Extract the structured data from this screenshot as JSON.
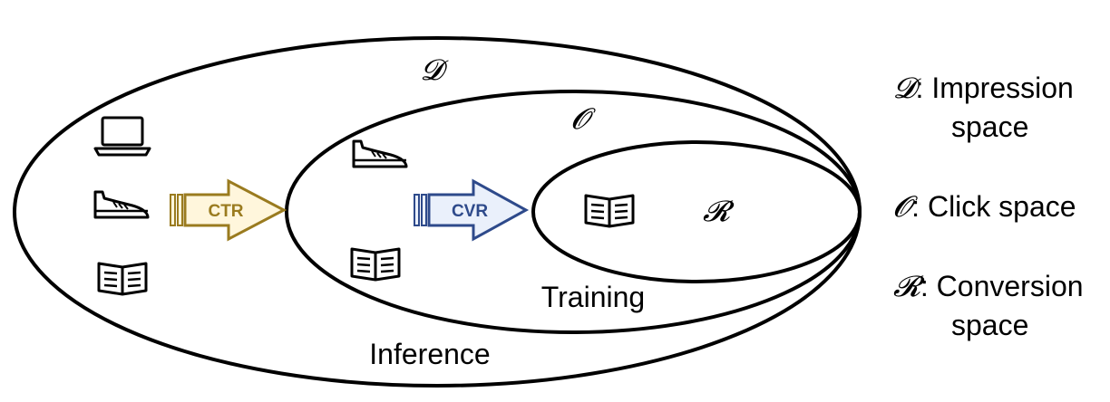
{
  "sets": {
    "impression_symbol": "𝓓",
    "click_symbol": "𝓞",
    "conversion_symbol": "𝓡"
  },
  "regions": {
    "training": "Training",
    "inference": "Inference"
  },
  "arrows": {
    "ctr": {
      "label": "CTR",
      "color": "#9a7b1f",
      "fill": "#fff6dc"
    },
    "cvr": {
      "label": "CVR",
      "color": "#2e4a8b",
      "fill": "#eaf0fb"
    }
  },
  "items": {
    "impression": [
      "laptop-icon",
      "shoe-icon",
      "book-icon"
    ],
    "click": [
      "shoe-icon",
      "book-icon"
    ],
    "conversion": [
      "book-icon"
    ]
  },
  "legend": [
    {
      "symbol": "𝓓",
      "line1": ": Impression",
      "line2": "space"
    },
    {
      "symbol": "𝓞",
      "line1": ": Click space",
      "line2": ""
    },
    {
      "symbol": "𝓡",
      "line1": ": Conversion",
      "line2": "space"
    }
  ]
}
